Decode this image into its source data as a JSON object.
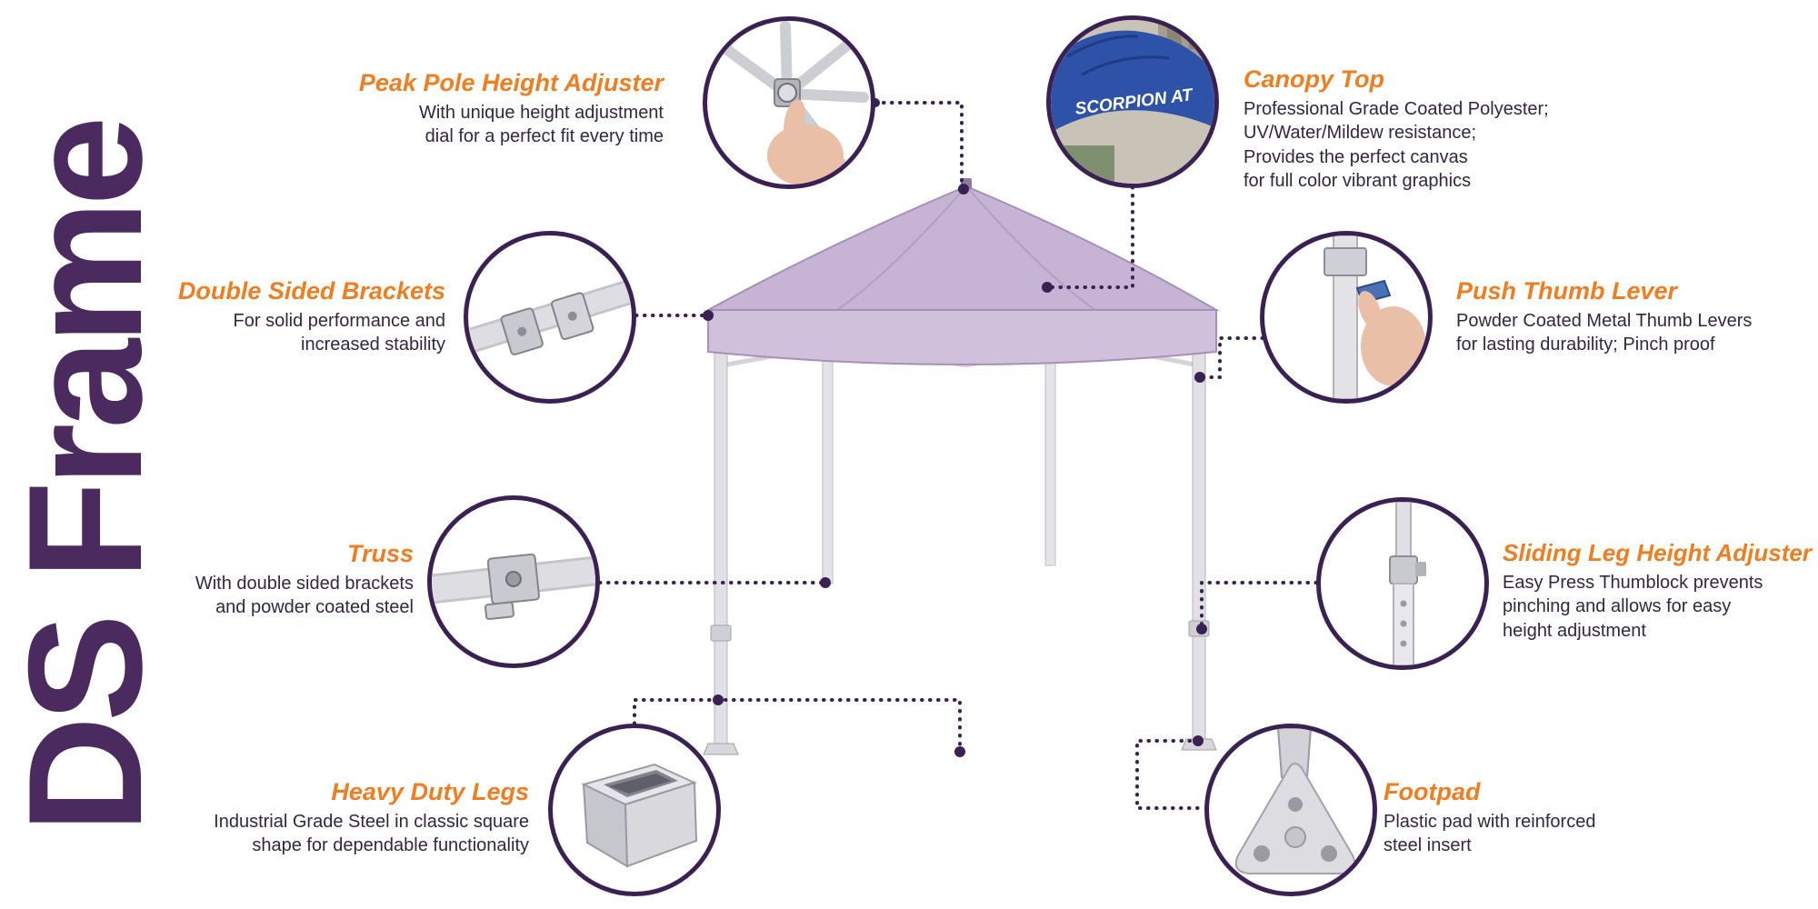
{
  "brand": {
    "vertical_title": "DS Frame"
  },
  "colors": {
    "accent_orange": "#ef7d22",
    "brand_purple": "#4b2a5f",
    "connector_purple": "#3b2153",
    "canopy_lavender": "#c7b3d3",
    "description_text": "#33263e"
  },
  "callouts": [
    {
      "id": "peak-pole-height-adjuster",
      "title": "Peak Pole Height Adjuster",
      "description": "With unique height adjustment\ndial for a perfect fit every time",
      "image": "peak-pole-hub-photo"
    },
    {
      "id": "canopy-top",
      "title": "Canopy Top",
      "description": "Professional Grade Coated Polyester;\nUV/Water/Mildew resistance;\nProvides the perfect canvas\nfor full color vibrant graphics",
      "image": "canopy-top-photo",
      "image_text": "SCORPION AT"
    },
    {
      "id": "double-sided-brackets",
      "title": "Double Sided Brackets",
      "description": "For solid performance and\nincreased stability",
      "image": "bracket-photo"
    },
    {
      "id": "push-thumb-lever",
      "title": "Push Thumb Lever",
      "description": "Powder Coated Metal Thumb Levers\nfor lasting durability; Pinch proof",
      "image": "thumb-lever-photo"
    },
    {
      "id": "truss",
      "title": "Truss",
      "description": "With double sided brackets\nand powder coated steel",
      "image": "truss-photo"
    },
    {
      "id": "sliding-leg-height-adjuster",
      "title": "Sliding Leg Height Adjuster",
      "description": "Easy Press Thumblock prevents\npinching and allows for easy\nheight adjustment",
      "image": "leg-adjuster-photo"
    },
    {
      "id": "heavy-duty-legs",
      "title": "Heavy Duty Legs",
      "description": "Industrial Grade Steel in classic square\nshape for dependable functionality",
      "image": "square-leg-photo"
    },
    {
      "id": "footpad",
      "title": "Footpad",
      "description": "Plastic pad with reinforced\nsteel insert",
      "image": "footpad-photo"
    }
  ]
}
